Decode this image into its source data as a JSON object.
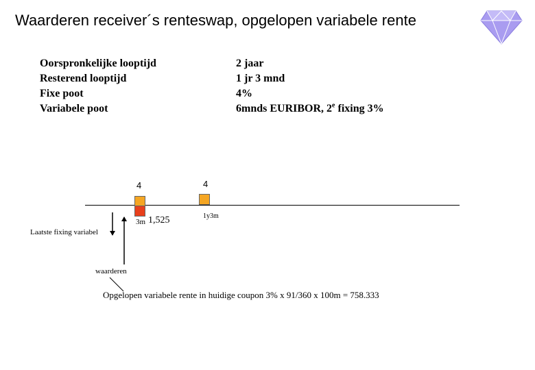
{
  "title": "Waarderen receiver´s renteswap, opgelopen variabele rente",
  "logo_icon": "diamond-icon",
  "terms": [
    {
      "label": "Oorspronkelijke looptijd",
      "value": "2 jaar"
    },
    {
      "label": "Resterend looptijd",
      "value": "1 jr 3 mnd"
    },
    {
      "label": "Fixe poot",
      "value": "4%"
    },
    {
      "label": "Variabele poot",
      "value_prefix": "6mnds EURIBOR, 2",
      "value_sup": "e",
      "value_suffix": " fixing 3%"
    }
  ],
  "timeline": {
    "fixed_payment_1": "4",
    "fixed_payment_2": "4",
    "period_label_1": "3m",
    "floating_payment": "1,525",
    "period_label_2": "1y3m",
    "last_fixing_label": "Laatste fixing variabel",
    "valuation_label": "waarderen",
    "accrued_note": "Opgelopen variabele rente in huidige coupon 3% x 91/360 x 100m = 758.333"
  },
  "colors": {
    "fixed_box": "#f5a623",
    "floating_box": "#e8401c",
    "logo": "#a99cf0"
  }
}
